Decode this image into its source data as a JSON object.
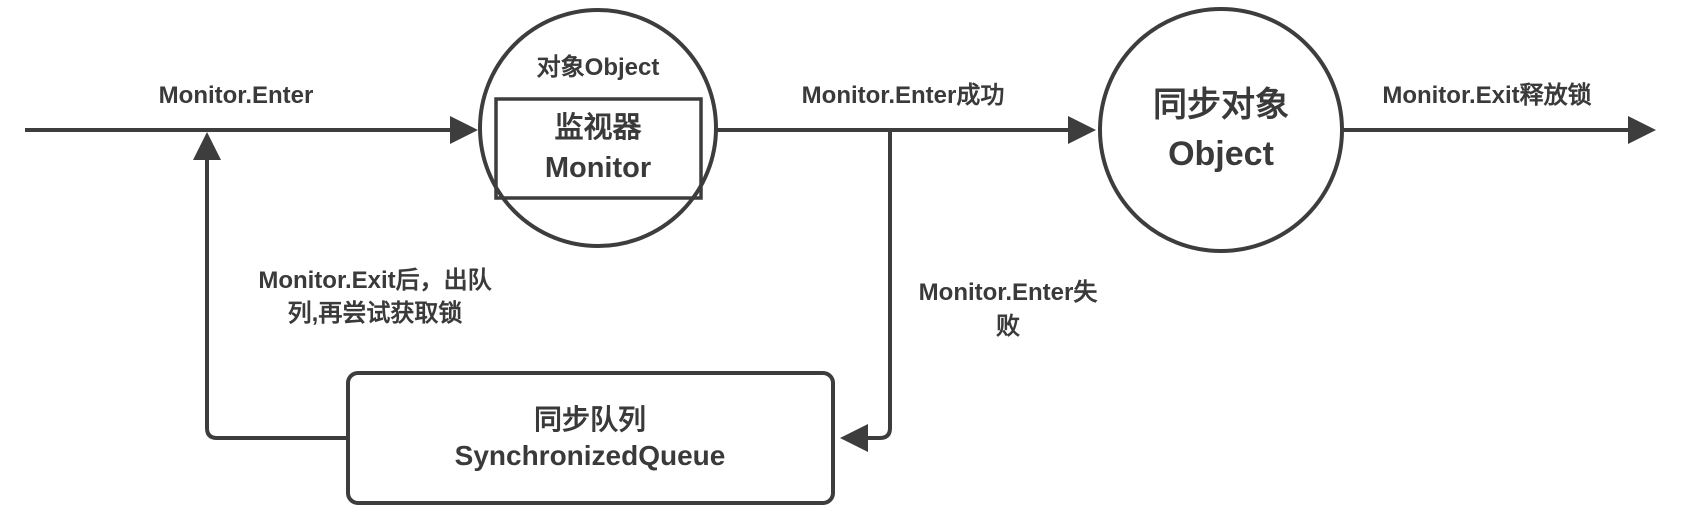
{
  "diagram": {
    "title_semantic": "Monitor lock synchronization flow",
    "colors": {
      "background": "#ffffff",
      "stroke": "#3d3d3d",
      "text": "#3a3a3a",
      "node_fill": "#fce8d2",
      "box_fill": "#ffffff"
    },
    "labels": {
      "monitor_enter": "Monitor.Enter",
      "monitor_enter_success": "Monitor.Enter成功",
      "monitor_exit_release": "Monitor.Exit释放锁",
      "monitor_enter_fail_line1": "Monitor.Enter失",
      "monitor_enter_fail_line2": "败",
      "exit_dequeue_line1": "Monitor.Exit后，出队",
      "exit_dequeue_line2": "列,再尝试获取锁"
    },
    "nodes": {
      "object_circle": {
        "title": "对象Object",
        "inner_box_line1": "监视器",
        "inner_box_line2": "Monitor"
      },
      "sync_object_circle": {
        "line1": "同步对象",
        "line2": "Object"
      },
      "sync_queue_rect": {
        "line1": "同步队列",
        "line2": "SynchronizedQueue"
      }
    }
  }
}
